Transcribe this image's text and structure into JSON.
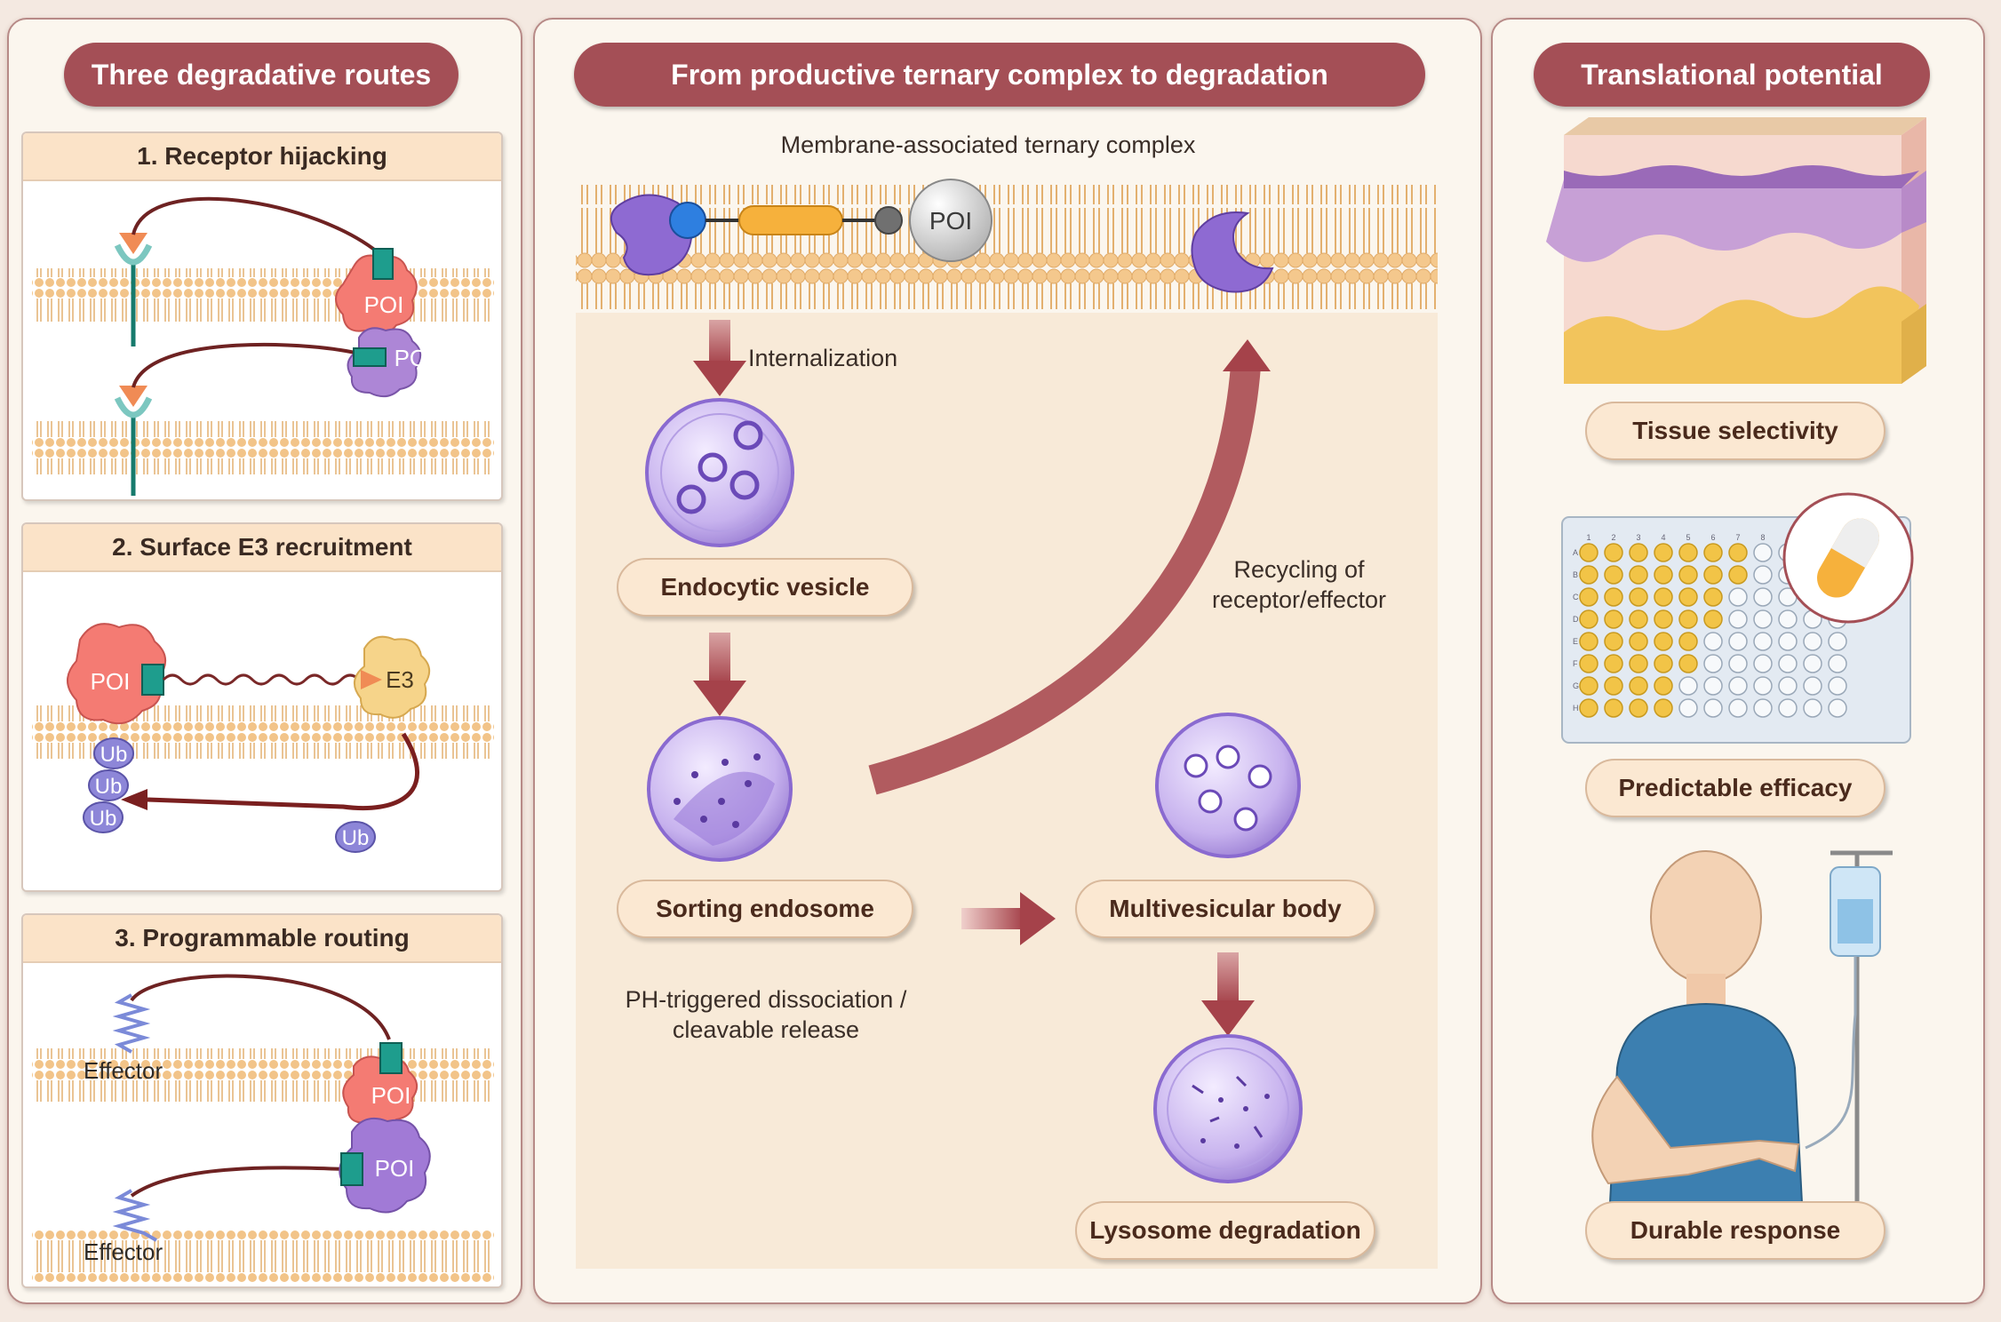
{
  "left_panel": {
    "title": "Three degradative routes",
    "routes": [
      {
        "title": "1. Receptor hijacking",
        "poi_top": "POI",
        "poi_bottom": "POI"
      },
      {
        "title": "2. Surface E3 recruitment",
        "poi": "POI",
        "e3": "E3",
        "ub": [
          "Ub",
          "Ub",
          "Ub",
          "Ub"
        ]
      },
      {
        "title": "3. Programmable routing",
        "effector_top": "Effector",
        "poi_top": "POI",
        "effector_bottom": "Effector",
        "poi_bottom": "POI"
      }
    ]
  },
  "center_panel": {
    "title": "From productive ternary complex to degradation",
    "membrane_label": "Membrane-associated ternary complex",
    "poi": "POI",
    "internalization": "Internalization",
    "recycling": "Recycling of receptor/effector",
    "ph_note": "PH-triggered dissociation / cleavable release",
    "steps": [
      "Endocytic vesicle",
      "Sorting endosome",
      "Multivesicular body",
      "Lysosome degradation"
    ]
  },
  "right_panel": {
    "title": "Translational potential",
    "items": [
      "Tissue selectivity",
      "Predictable efficacy",
      "Durable response"
    ],
    "plate_cols": [
      "1",
      "2",
      "3",
      "4",
      "5",
      "6",
      "7",
      "8"
    ],
    "plate_rows": [
      "A",
      "B",
      "C",
      "D",
      "E",
      "F",
      "G",
      "H"
    ]
  },
  "colors": {
    "accent": "#a44f56",
    "label_bg": "#fbe8d2",
    "membrane": "#f3c78e",
    "vesicle": "#b9a0e6"
  }
}
